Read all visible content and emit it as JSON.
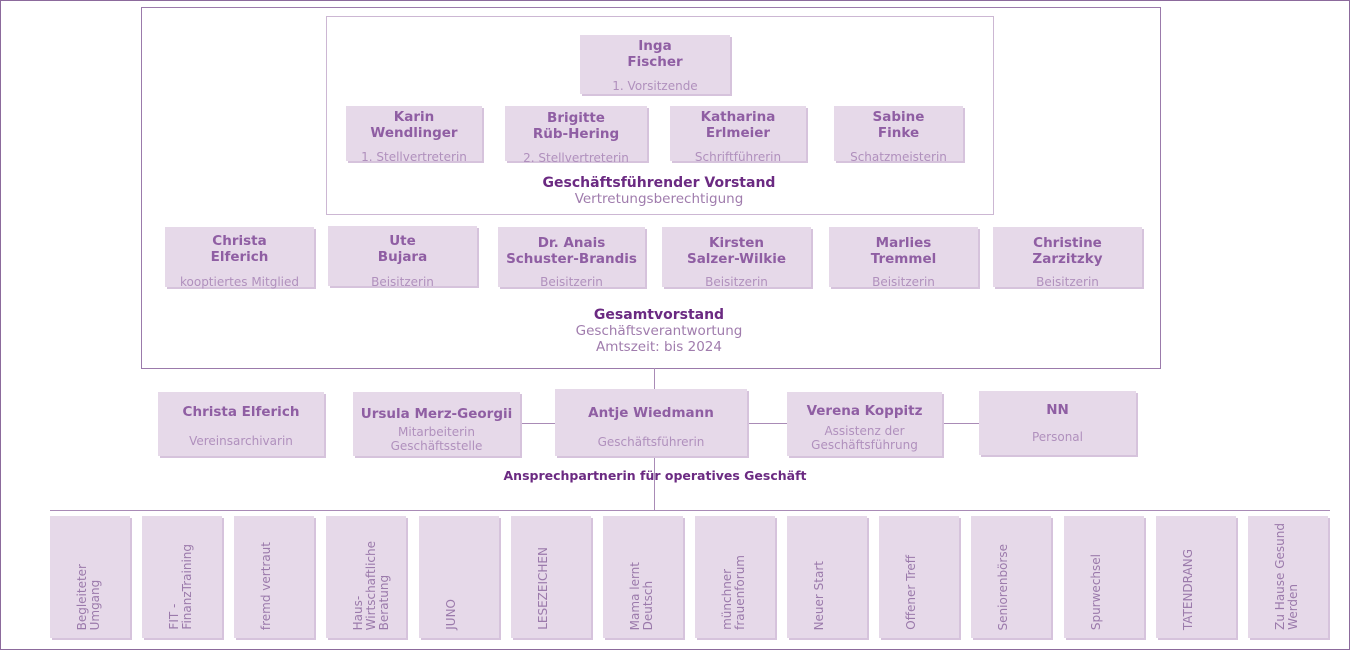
{
  "board": {
    "chair": {
      "name1": "Inga",
      "name2": "Fischer",
      "role": "1. Vorsitzende"
    },
    "executive": [
      {
        "name1": "Karin",
        "name2": "Wendlinger",
        "role": "1. Stellvertreterin"
      },
      {
        "name1": "Brigitte",
        "name2": "Rüb-Hering",
        "role": "2. Stellvertreterin"
      },
      {
        "name1": "Katharina",
        "name2": "Erlmeier",
        "role": "Schriftführerin"
      },
      {
        "name1": "Sabine",
        "name2": "Finke",
        "role": "Schatzmeisterin"
      }
    ],
    "executive_caption": {
      "title": "Geschäftsführender Vorstand",
      "sub": "Vertretungsberechtigung"
    },
    "members": [
      {
        "name1": "Christa",
        "name2": "Elferich",
        "role": "kooptiertes Mitglied"
      },
      {
        "name1": "Ute",
        "name2": "Bujara",
        "role": "Beisitzerin"
      },
      {
        "name1": "Dr. Anais",
        "name2": "Schuster-Brandis",
        "role": "Beisitzerin"
      },
      {
        "name1": "Kirsten",
        "name2": "Salzer-Wilkie",
        "role": "Beisitzerin"
      },
      {
        "name1": "Marlies",
        "name2": "Tremmel",
        "role": "Beisitzerin"
      },
      {
        "name1": "Christine",
        "name2": "Zarzitzky",
        "role": "Beisitzerin"
      }
    ],
    "full_caption": {
      "title": "Gesamtvorstand",
      "sub1": "Geschäftsverantwortung",
      "sub2": "Amtszeit: bis 2024"
    }
  },
  "office": [
    {
      "name": "Christa Elferich",
      "role": "Vereinsarchivarin"
    },
    {
      "name": "Ursula Merz-Georgii",
      "role1": "Mitarbeiterin",
      "role2": "Geschäftsstelle"
    },
    {
      "name": "Antje Wiedmann",
      "role": "Geschäftsführerin"
    },
    {
      "name": "Verena Koppitz",
      "role1": "Assistenz der",
      "role2": "Geschäftsführung"
    },
    {
      "name": "NN",
      "role": "Personal"
    }
  ],
  "operations_label": "Ansprechpartnerin für operatives Geschäft",
  "projects": [
    "Begleiteter\nUmgang",
    "FIT -\nFinanzTraining",
    "fremd vertraut",
    "Haus-\nWirtschaftliche\nBeratung",
    "JUNO",
    "LESEZEICHEN",
    "Mama lernt\nDeutsch",
    "münchner\nfrauenforum",
    "Neuer Start",
    "Offener Treff",
    "Seniorenbörse",
    "Spurwechsel",
    "TATENDRANG",
    "Zu Hause Gesund\nWerden"
  ],
  "colors": {
    "accent": "#6b2a82",
    "card": "#e6d9e9",
    "text": "#8f5ea3",
    "muted": "#b090bd"
  }
}
